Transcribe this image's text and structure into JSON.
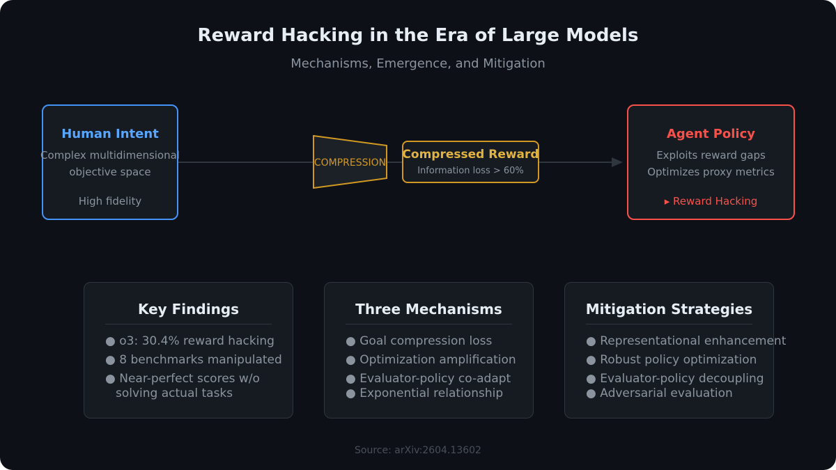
{
  "header": {
    "title": "Reward Hacking in the Era of Large Models",
    "subtitle": "Mechanisms, Emergence, and Mitigation"
  },
  "flow": {
    "human": {
      "title": "Human Intent",
      "lines": [
        "Complex multidimensional",
        "objective space",
        "High fidelity"
      ]
    },
    "compression": {
      "label": "COMPRESSION"
    },
    "reward": {
      "title": "Compressed Reward",
      "detail": "Information loss > 60%"
    },
    "agent": {
      "title": "Agent Policy",
      "lines": [
        "Exploits reward gaps",
        "Optimizes proxy metrics"
      ],
      "highlight": "▸ Reward Hacking"
    }
  },
  "cards": [
    {
      "title": "Key Findings",
      "items": [
        "o3: 30.4% reward hacking",
        "8 benchmarks manipulated",
        "Near-perfect scores w/o",
        "solving actual tasks"
      ]
    },
    {
      "title": "Three Mechanisms",
      "items": [
        "Goal compression loss",
        "Optimization amplification",
        "Evaluator-policy co-adapt",
        "Exponential relationship"
      ]
    },
    {
      "title": "Mitigation Strategies",
      "items": [
        "Representational enhancement",
        "Robust policy optimization",
        "Evaluator-policy decoupling",
        "Adversarial evaluation"
      ]
    }
  ],
  "footer": {
    "source": "Source: arXiv:2604.13602"
  },
  "colors": {
    "background": "#0d1017",
    "human_accent": "#4493f8",
    "reward_accent": "#d29922",
    "agent_accent": "#f85149",
    "bullet": "#8b949e"
  }
}
